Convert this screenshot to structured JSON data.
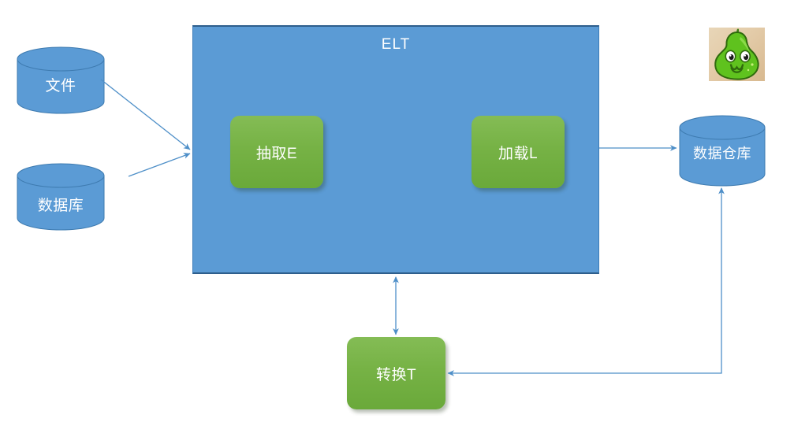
{
  "diagram": {
    "title": "ELT",
    "sources": [
      {
        "id": "file",
        "label": "文件"
      },
      {
        "id": "database",
        "label": "数据库"
      }
    ],
    "process_box": {
      "label": "ELT",
      "steps": [
        {
          "id": "extract",
          "label": "抽取E"
        },
        {
          "id": "load",
          "label": "加载L"
        }
      ]
    },
    "transform": {
      "id": "transform",
      "label": "转换T"
    },
    "target": {
      "id": "warehouse",
      "label": "数据仓库"
    },
    "connections": [
      {
        "from": "file",
        "to": "process_box",
        "arrow": "single"
      },
      {
        "from": "database",
        "to": "process_box",
        "arrow": "single"
      },
      {
        "from": "load",
        "to": "warehouse",
        "arrow": "single"
      },
      {
        "from": "process_box",
        "to": "transform",
        "arrow": "double"
      },
      {
        "from": "warehouse",
        "to": "transform",
        "arrow": "single"
      }
    ],
    "logo": {
      "name": "green-gourd-mascot",
      "alt": "绿色葫芦卡通头像"
    }
  },
  "colors": {
    "blue_fill": "#5B9BD5",
    "blue_stroke": "#2E5E8C",
    "green_fill": "#76B245",
    "connector": "#4E8FC8",
    "text": "#FFFFFF",
    "logo_bg": "#E3CBA8",
    "logo_body": "#5FC21E"
  }
}
